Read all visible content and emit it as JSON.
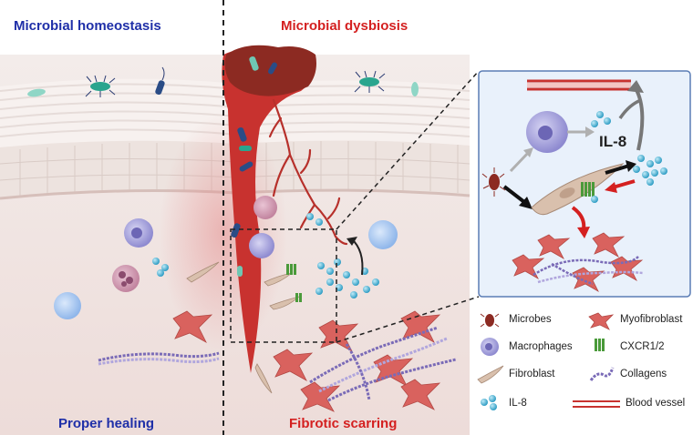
{
  "titles": {
    "top_left": "Microbial homeostasis",
    "top_right": "Microbial dysbiosis",
    "bottom_left": "Proper healing",
    "bottom_right": "Fibrotic scarring"
  },
  "inset": {
    "label": "IL-8"
  },
  "legend": {
    "microbes": "Microbes",
    "macrophages": "Macrophages",
    "fibroblast": "Fibroblast",
    "il8": "IL-8",
    "myofibroblast": "Myofibroblast",
    "cxcr": "CXCR1/2",
    "collagens": "Collagens",
    "blood_vessel": "Blood vessel"
  },
  "colors": {
    "homeostasis_title": "#1f2fa8",
    "dysbiosis_title": "#d42020",
    "wound": "#c8322f",
    "myofibroblast": "#d9625e",
    "macrophage": "#9d9ad8",
    "il8": "#48b6d6",
    "cxcr": "#4a9a3a"
  }
}
